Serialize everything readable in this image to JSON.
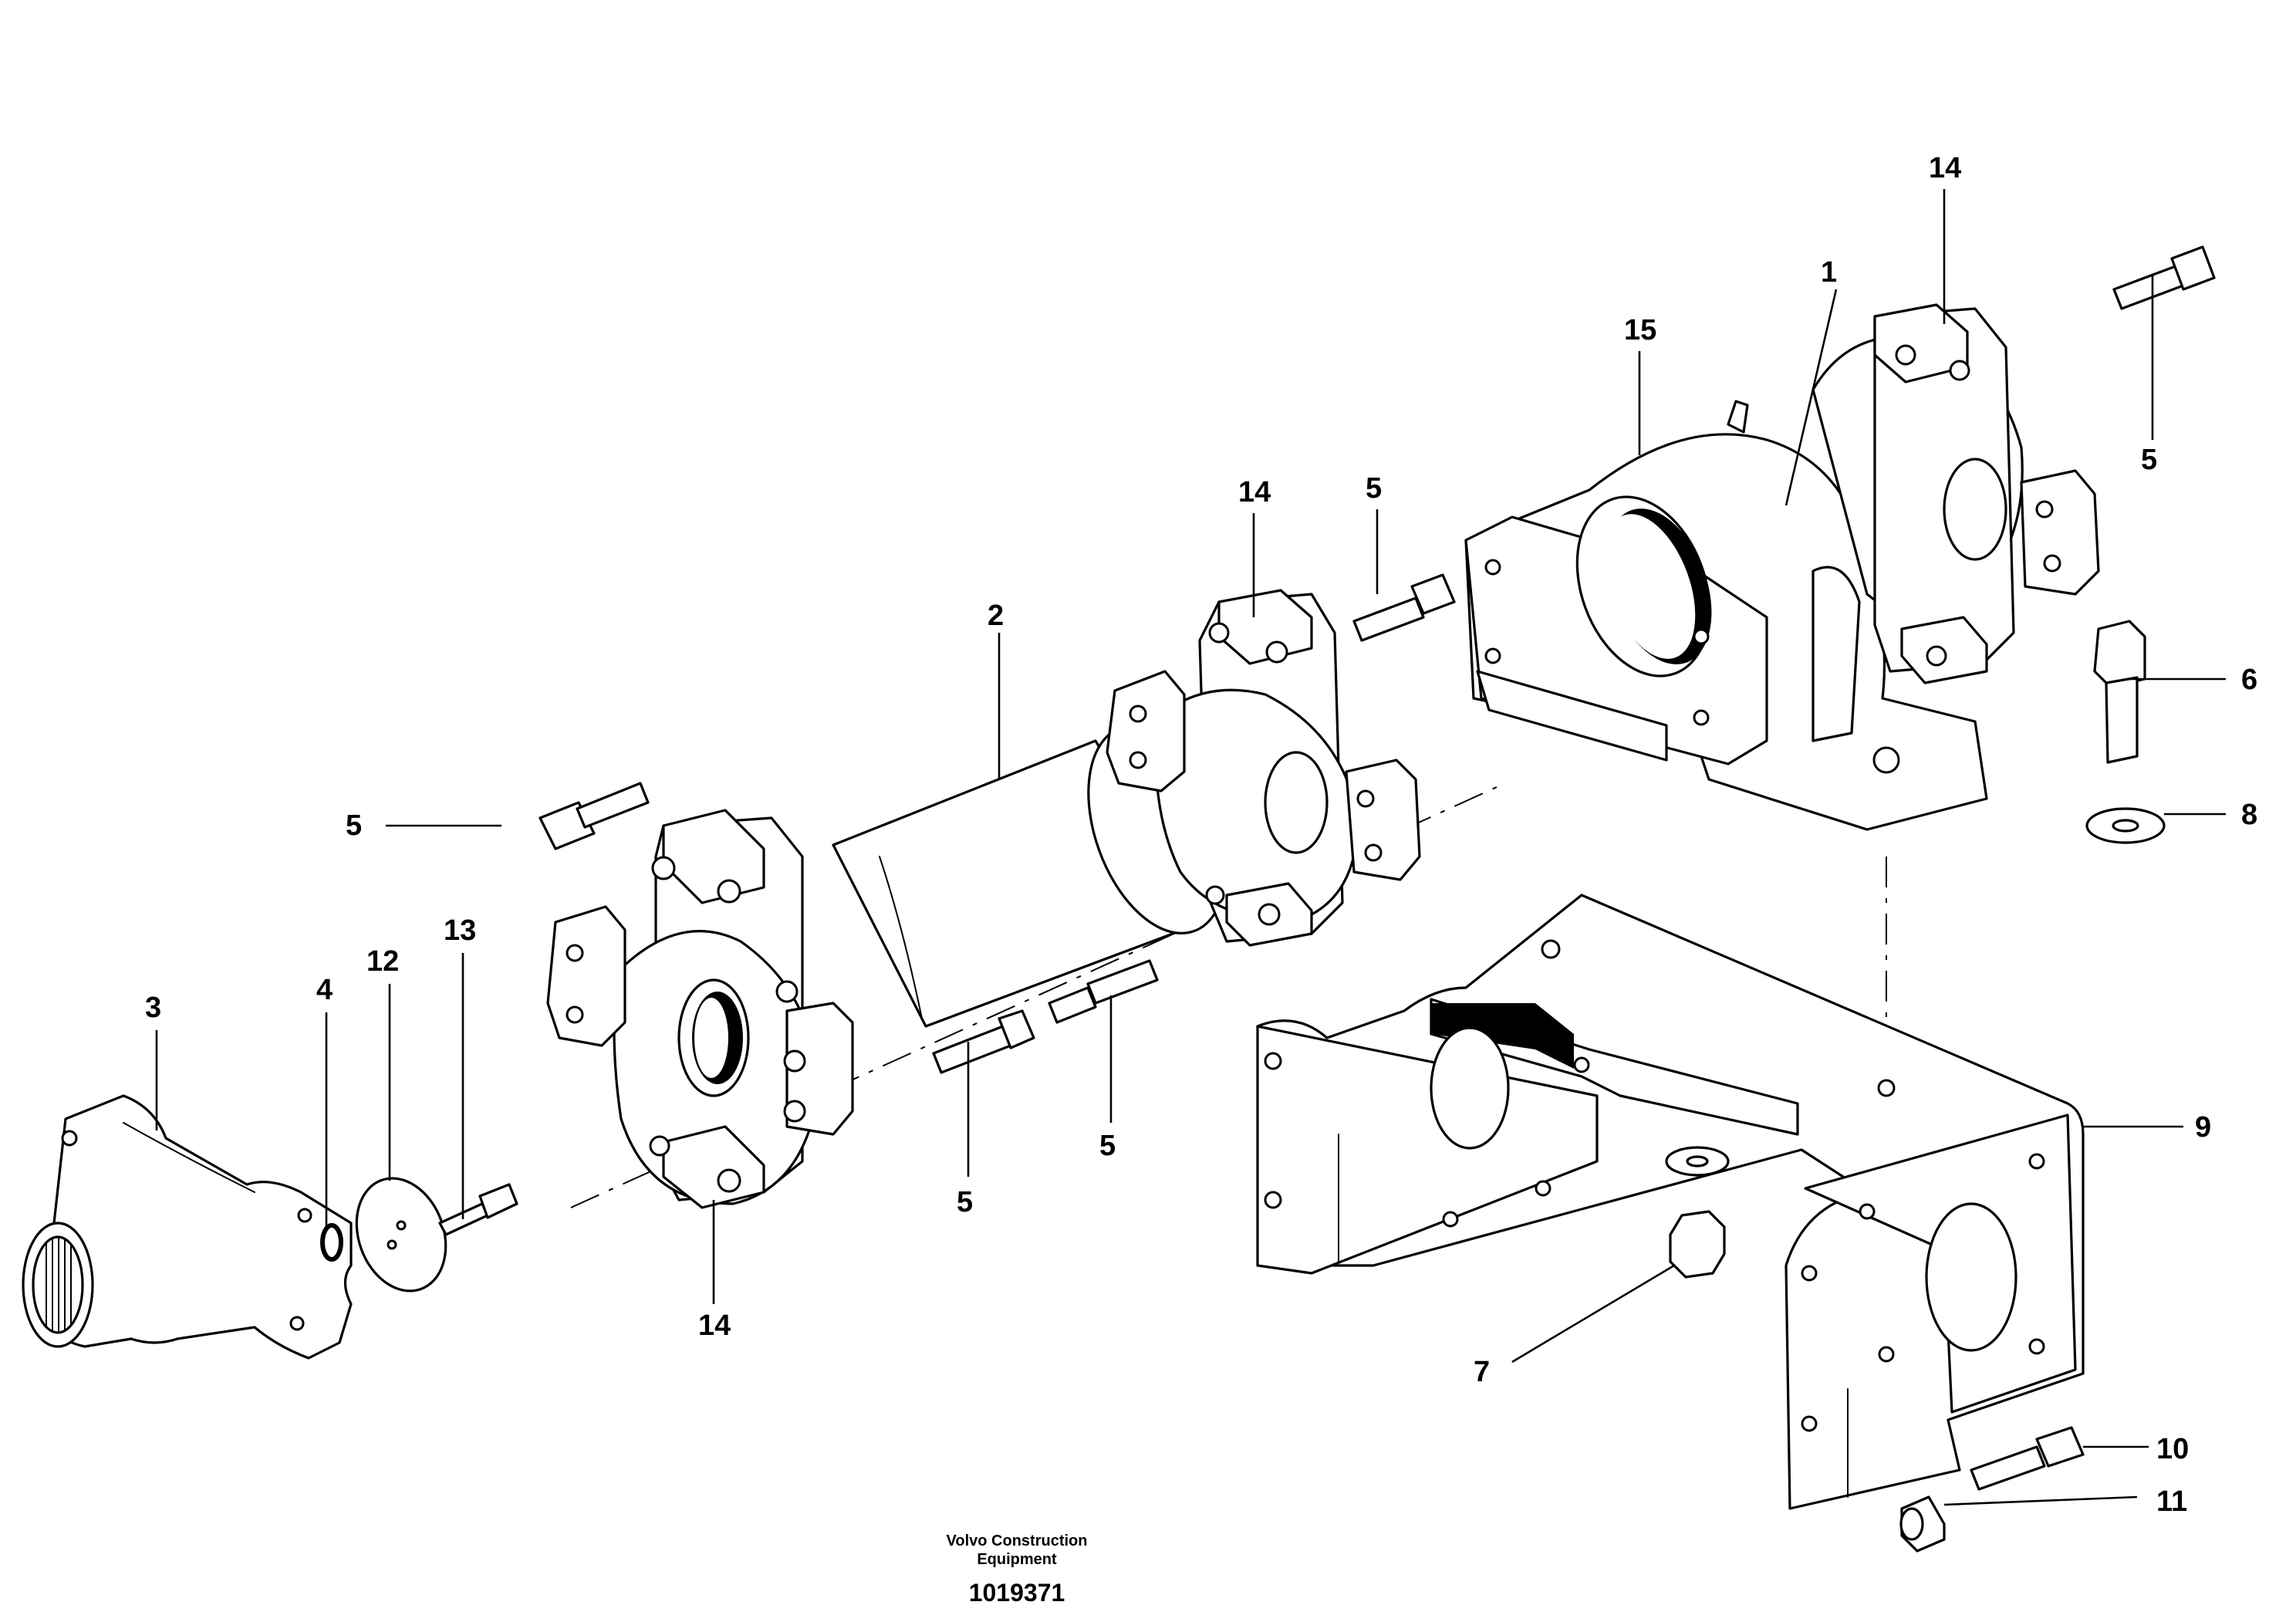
{
  "callouts": {
    "c1": "1",
    "c2": "2",
    "c3": "3",
    "c4": "4",
    "c5a": "5",
    "c5b": "5",
    "c5c": "5",
    "c5d": "5",
    "c5e": "5",
    "c6": "6",
    "c7": "7",
    "c8": "8",
    "c9": "9",
    "c10": "10",
    "c11": "11",
    "c12": "12",
    "c13": "13",
    "c14a": "14",
    "c14b": "14",
    "c14c": "14",
    "c15": "15"
  },
  "footer": {
    "company_line1": "Volvo Construction",
    "company_line2": "Equipment",
    "drawing_number": "1019371"
  }
}
